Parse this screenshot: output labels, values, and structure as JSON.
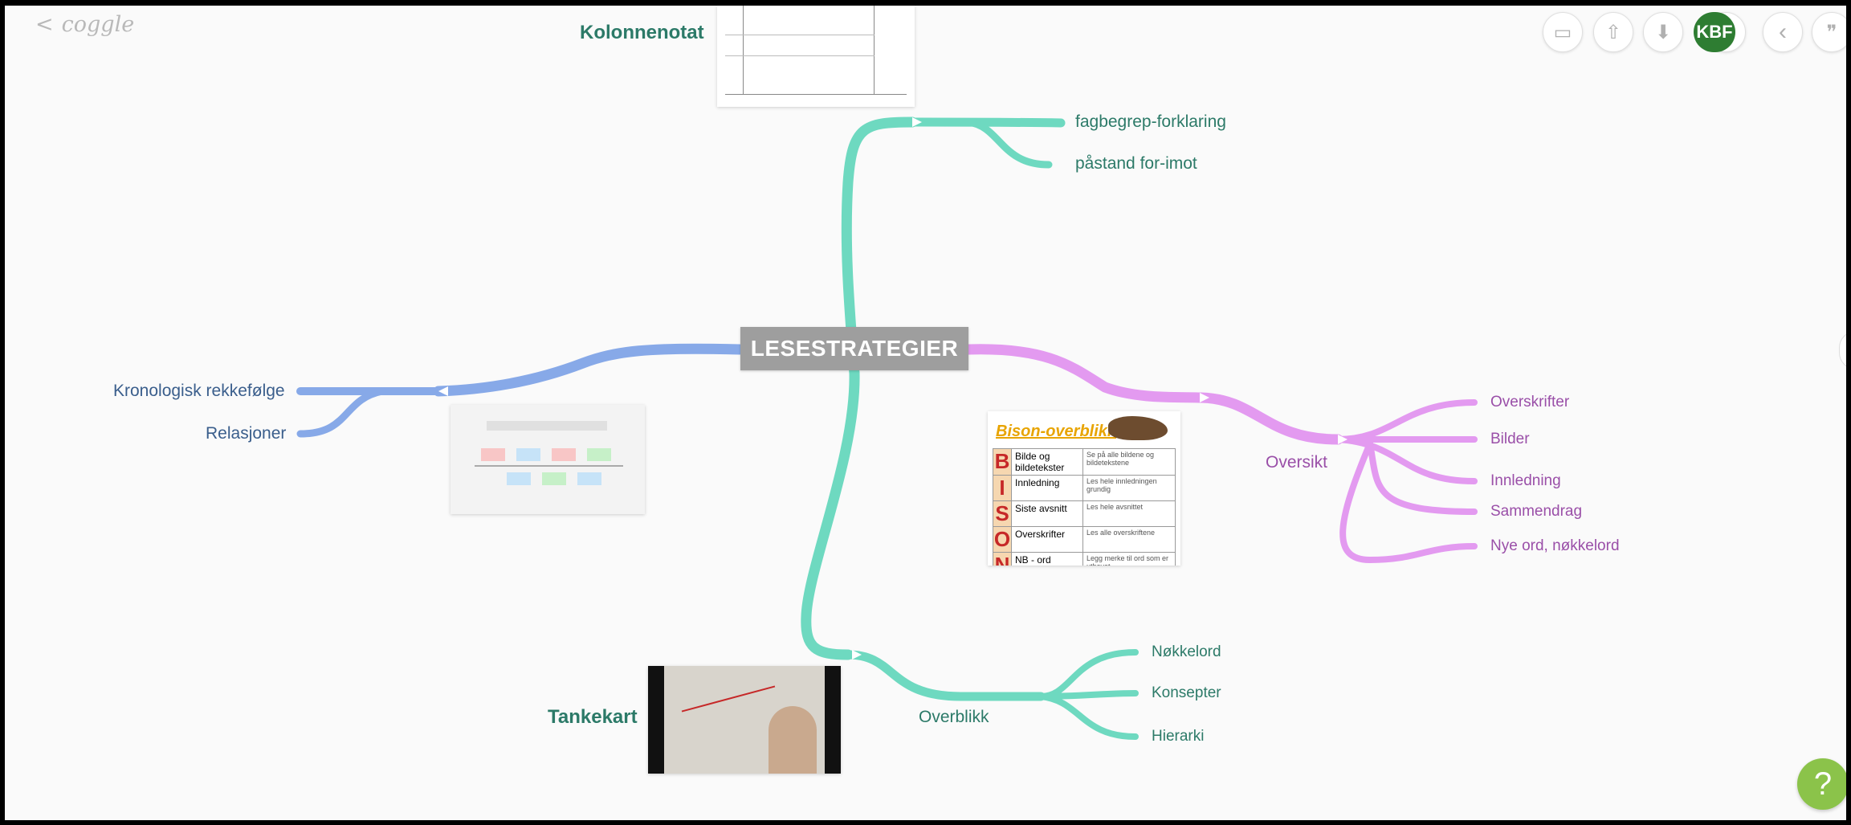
{
  "app": {
    "logo_text": "coggle",
    "back_glyph": "<"
  },
  "toolbar": {
    "avatar_initials": "KBF",
    "buttons": [
      {
        "name": "present-icon",
        "glyph": "▭"
      },
      {
        "name": "share-icon",
        "glyph": "⇧"
      },
      {
        "name": "download-icon",
        "glyph": "⬇"
      },
      {
        "name": "collapse-icon",
        "glyph": "‹"
      },
      {
        "name": "comments-icon",
        "glyph": "❞"
      }
    ],
    "help_label": "?"
  },
  "mindmap": {
    "root": "LESESTRATEGIER",
    "teal_top": {
      "image_label": "Kolonnenotat",
      "children": [
        "fagbegrep-forklaring",
        "påstand for-imot"
      ]
    },
    "teal_bottom": {
      "image_label": "Tankekart",
      "label": "Overblikk",
      "children": [
        "Nøkkelord",
        "Konsepter",
        "Hierarki"
      ]
    },
    "blue": {
      "children": [
        "Kronologisk rekkefølge",
        "Relasjoner"
      ]
    },
    "purple": {
      "label": "Oversikt",
      "children": [
        "Overskrifter",
        "Bilder",
        "Innledning",
        "Sammendrag",
        "Nye ord, nøkkelord"
      ]
    },
    "bison_image": {
      "title": "Bison-overblikk",
      "rows": [
        {
          "letter": "B",
          "term": "Bilde og bildetekster",
          "desc": "Se på alle bildene og bildetekstene"
        },
        {
          "letter": "I",
          "term": "Innledning",
          "desc": "Les hele innledningen grundig"
        },
        {
          "letter": "S",
          "term": "Siste avsnitt",
          "desc": "Les hele avsnittet"
        },
        {
          "letter": "O",
          "term": "Overskrifter",
          "desc": "Les alle overskriftene"
        },
        {
          "letter": "N",
          "term": "NB - ord",
          "desc": "Legg merke til ord som er uthevet"
        }
      ]
    },
    "colors": {
      "teal": "#6ed9c0",
      "blue": "#87a9e8",
      "purple": "#e39af0",
      "root_bg": "#9e9e9e"
    }
  }
}
